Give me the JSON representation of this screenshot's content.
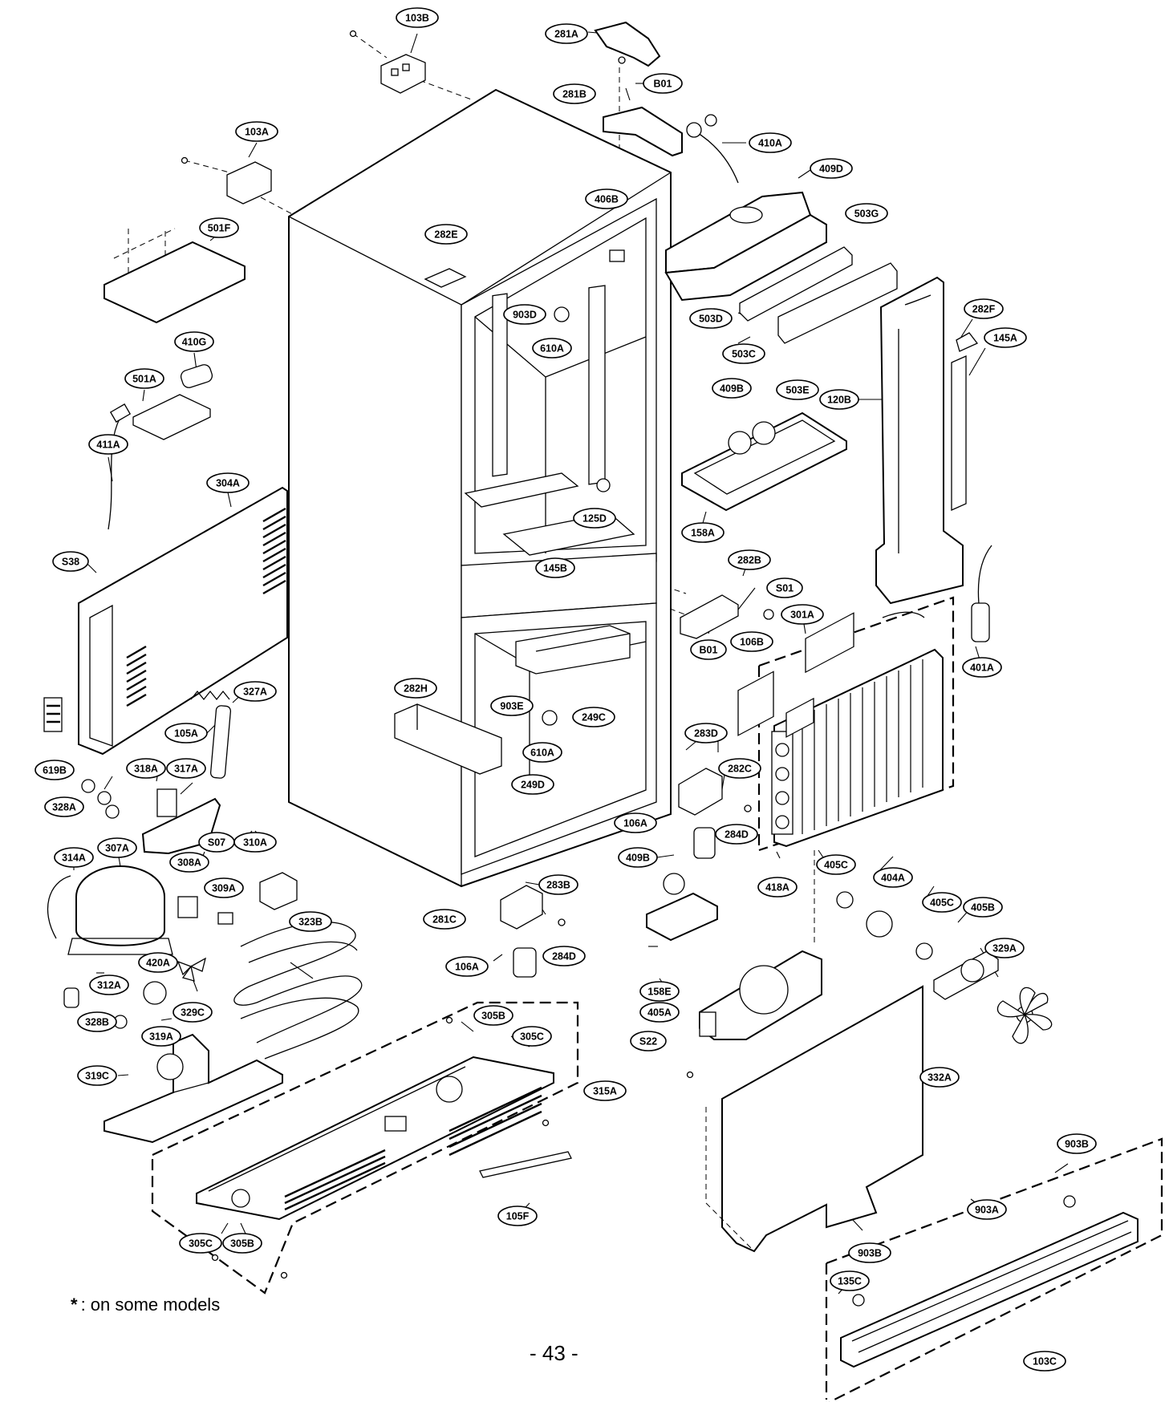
{
  "diagram": {
    "callouts": [
      "103B",
      "281A",
      "B01",
      "281B",
      "410A",
      "409D",
      "103A",
      "406B",
      "282E",
      "501F",
      "503G",
      "903D",
      "610A",
      "503D",
      "282F",
      "410G",
      "503C",
      "145A",
      "501A",
      "409B",
      "503E",
      "120B",
      "411A",
      "304A",
      "125D",
      "158A",
      "145B",
      "282B",
      "S38",
      "S01",
      "301A",
      "106B",
      "B01",
      "282H",
      "903E",
      "401A",
      "327A",
      "105A",
      "610A",
      "249C",
      "619B",
      "283D",
      "318A",
      "317A",
      "282C",
      "249D",
      "328A",
      "106A",
      "284D",
      "S07",
      "310A",
      "314A",
      "307A",
      "409B",
      "418A",
      "405C",
      "308A",
      "283B",
      "404A",
      "309A",
      "281C",
      "405C",
      "405B",
      "323B",
      "284D",
      "329A",
      "106A",
      "158E",
      "420A",
      "312A",
      "329C",
      "405A",
      "305B",
      "328B",
      "305C",
      "319A",
      "S22",
      "332A",
      "319C",
      "315A",
      "903B",
      "105F",
      "903A",
      "305C",
      "305B",
      "135C",
      "903B",
      "103C"
    ]
  },
  "footnote": {
    "marker": "*",
    "text": ": on some models"
  },
  "page_number": "- 43 -"
}
